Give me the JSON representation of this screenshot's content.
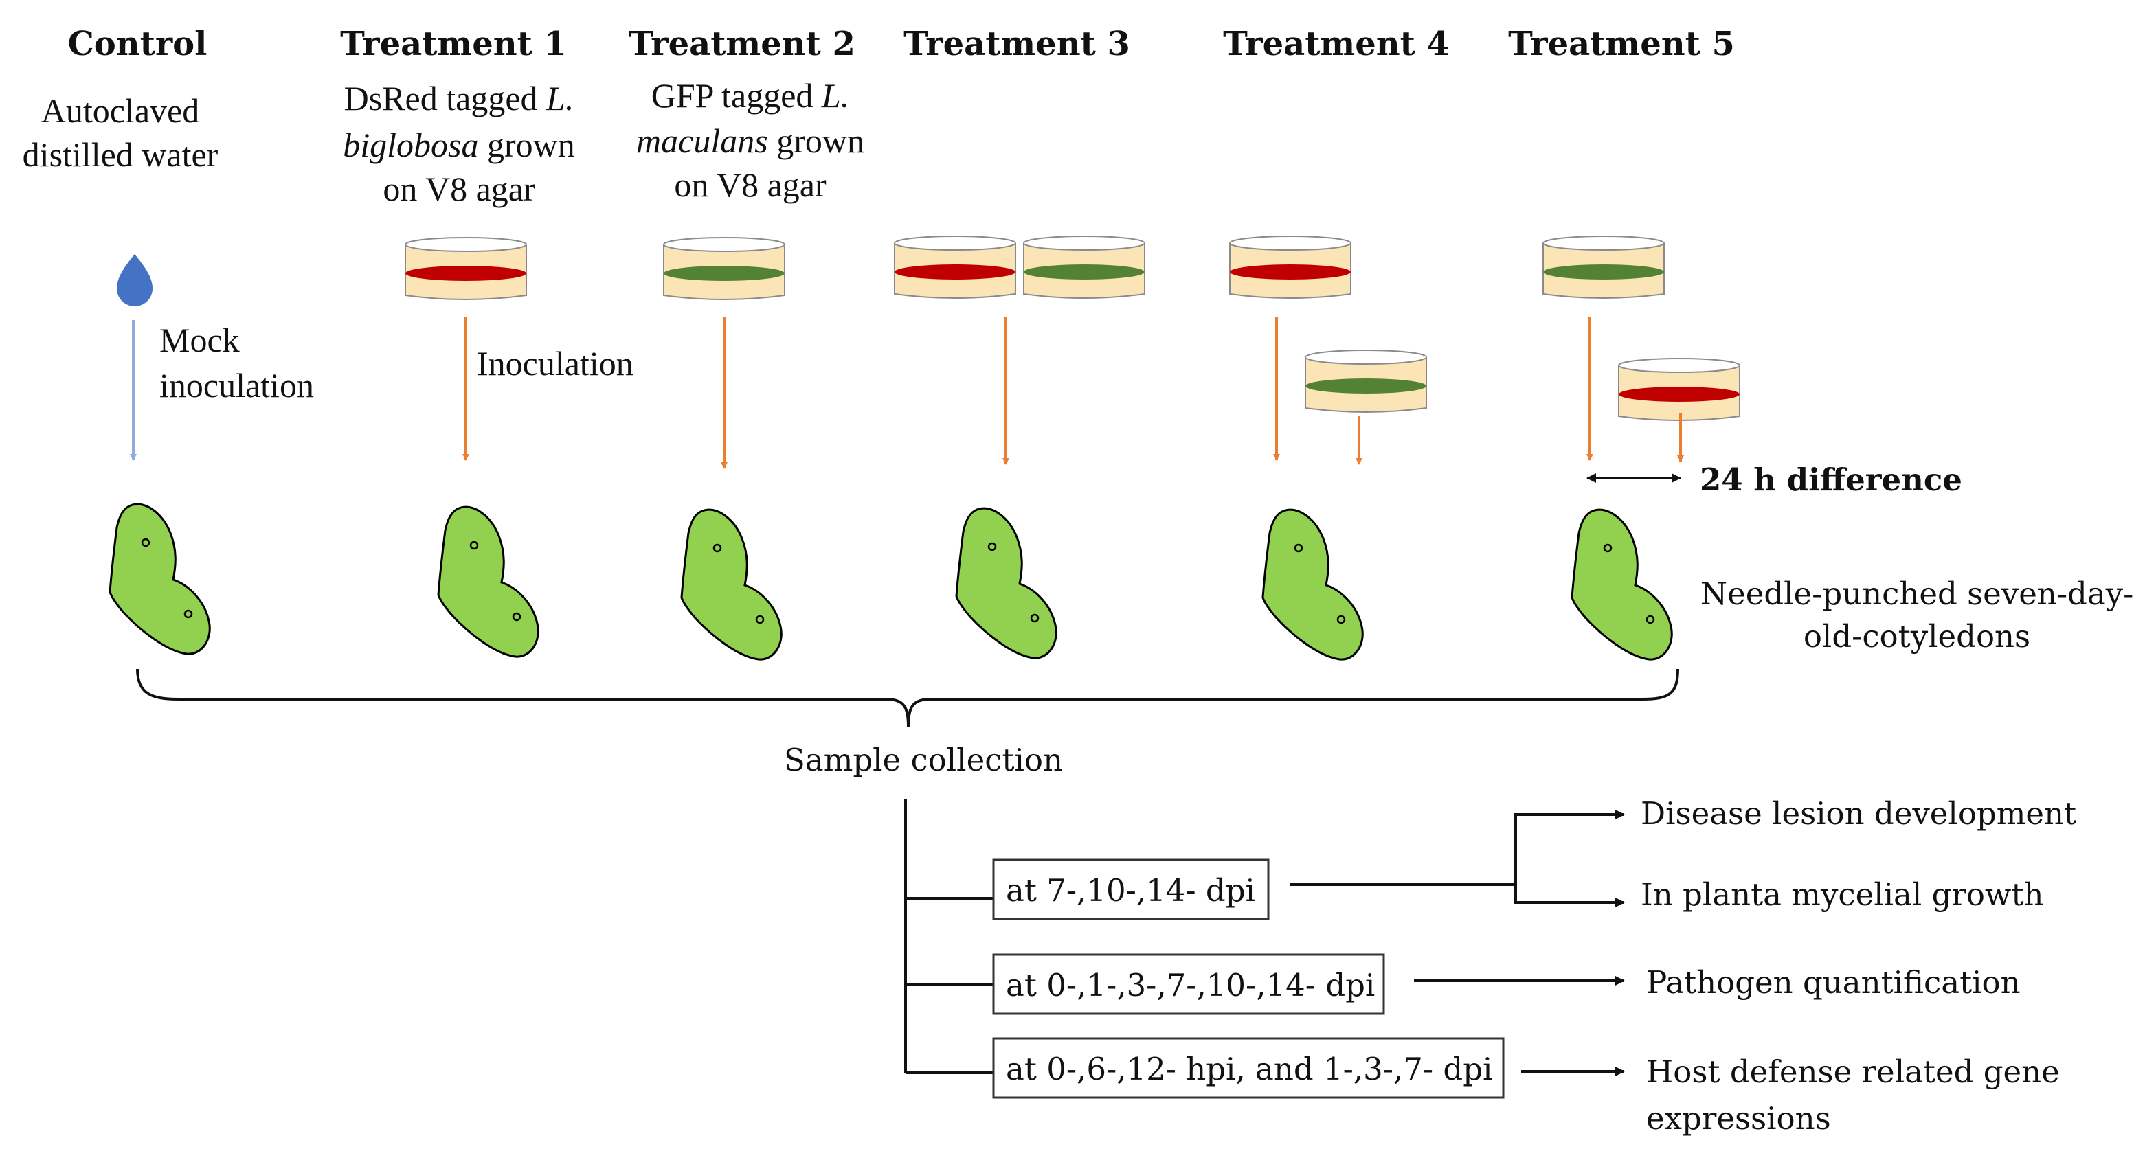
{
  "colors": {
    "leaf": "#92D050",
    "red_culture": "#C00000",
    "green_culture": "#548235",
    "agar": "#FBE5B7",
    "orange_arrow": "#ED7D31",
    "blue_arrow": "#8FAADC",
    "water_drop": "#4472C4"
  },
  "headers": {
    "control": "Control",
    "t1": "Treatment 1",
    "t2": "Treatment 2",
    "t3": "Treatment 3",
    "t4": "Treatment 4",
    "t5": "Treatment 5"
  },
  "descriptions": {
    "control": {
      "line1": "Autoclaved",
      "line2": "distilled water"
    },
    "t1": {
      "line1_pre": "DsRed tagged ",
      "line1_it": "L.",
      "line2_it": "biglobosa",
      "line2_post": " grown",
      "line3": "on V8 agar"
    },
    "t2": {
      "line1_pre": "GFP tagged ",
      "line1_it": "L.",
      "line2_it": "maculans",
      "line2_post": " grown",
      "line3": "on V8 agar"
    }
  },
  "arrow_labels": {
    "mock_line1": "Mock",
    "mock_line2": "inoculation",
    "inoculation": "Inoculation",
    "difference": "24 h difference"
  },
  "cotyledon_label": {
    "line1": "Needle-punched seven-day-",
    "line2": "old-cotyledons"
  },
  "sample_collection": "Sample collection",
  "timepoints": [
    {
      "label": "at 7-,10-,14- dpi"
    },
    {
      "label": "at 0-,1-,3-,7-,10-,14- dpi"
    },
    {
      "label": "at 0-,6-,12- hpi, and 1-,3-,7- dpi"
    }
  ],
  "outcomes": {
    "lesion": "Disease lesion development",
    "mycelial": "In planta mycelial growth",
    "pathogen": "Pathogen quantification",
    "host_line1": "Host defense related gene",
    "host_line2": "expressions"
  }
}
